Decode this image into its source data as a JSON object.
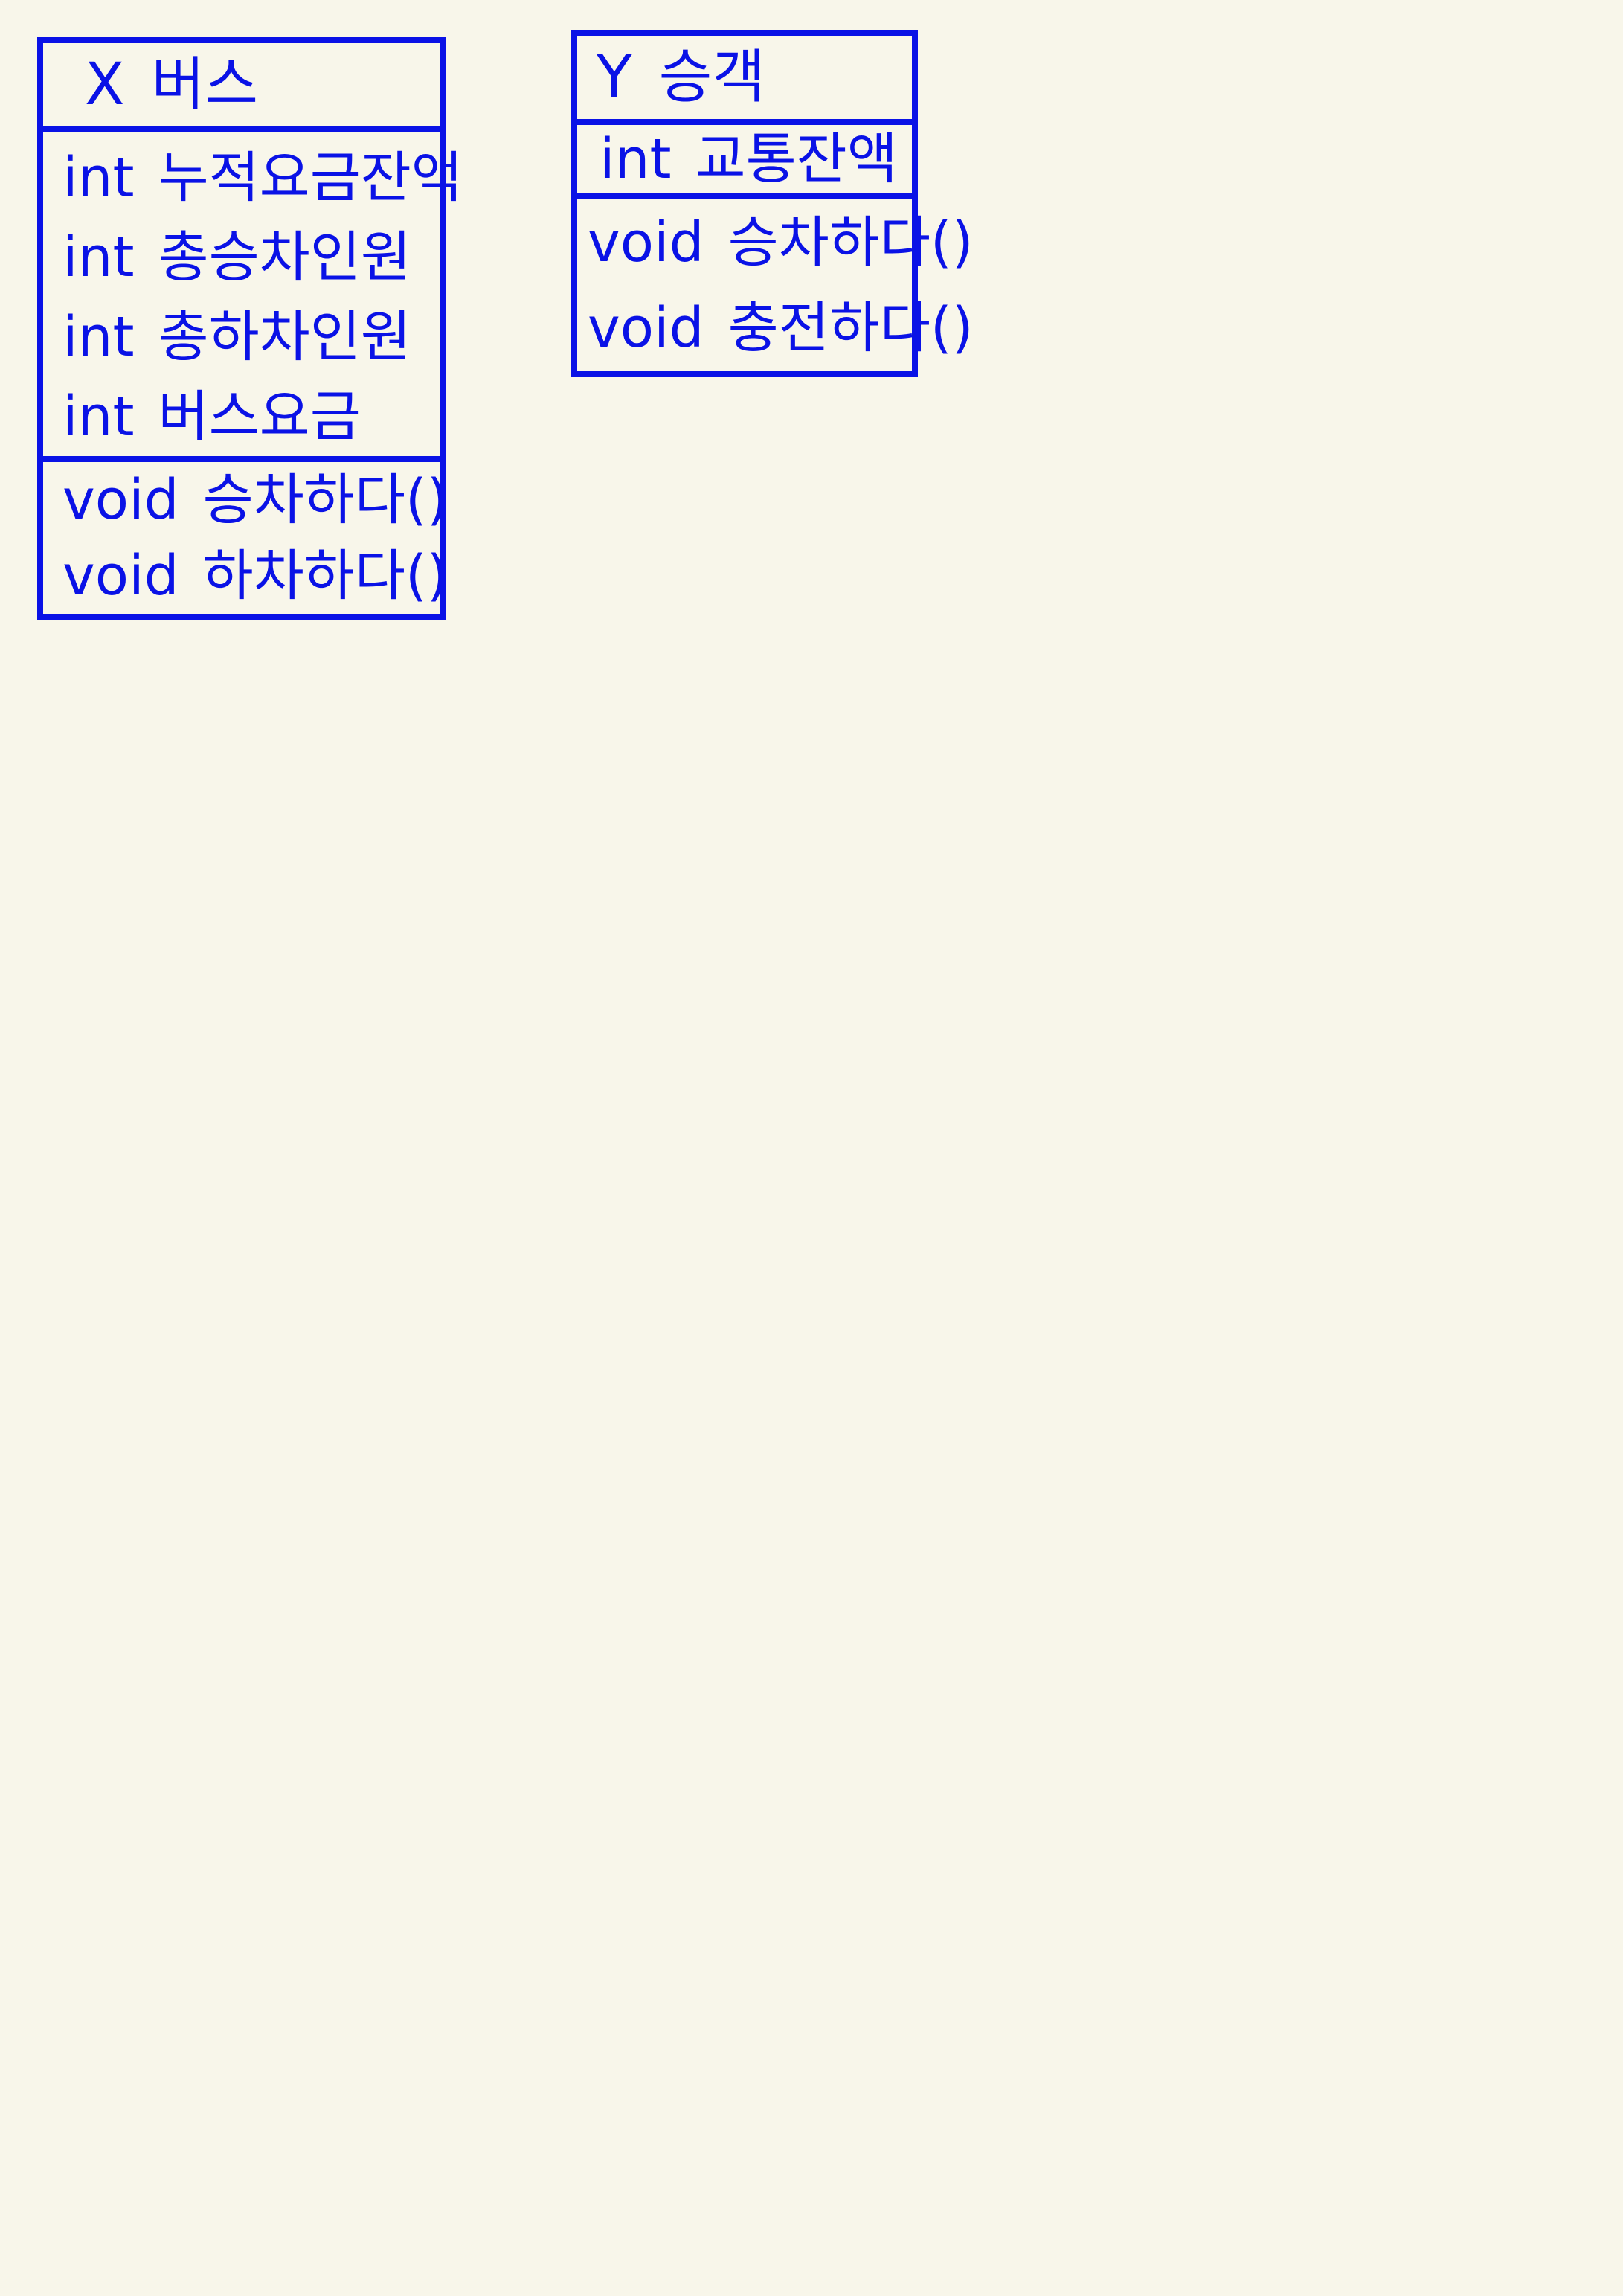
{
  "diagram": {
    "classes": [
      {
        "letter": "X",
        "name": "버스",
        "attributes": [
          {
            "type": "int",
            "name": "누적요금잔액"
          },
          {
            "type": "int",
            "name": "총승차인원"
          },
          {
            "type": "int",
            "name": "총하차인원"
          },
          {
            "type": "int",
            "name": "버스요금"
          }
        ],
        "methods": [
          {
            "type": "void",
            "name": "승차하다()"
          },
          {
            "type": "void",
            "name": "하차하다()"
          }
        ]
      },
      {
        "letter": "Y",
        "name": "승객",
        "attributes": [
          {
            "type": "int",
            "name": "교통잔액"
          }
        ],
        "methods": [
          {
            "type": "void",
            "name": "승차하다()"
          },
          {
            "type": "void",
            "name": "충전하다()"
          }
        ]
      }
    ],
    "colors": {
      "ink": "#0a12e6",
      "paper": "#f8f6ea"
    }
  }
}
